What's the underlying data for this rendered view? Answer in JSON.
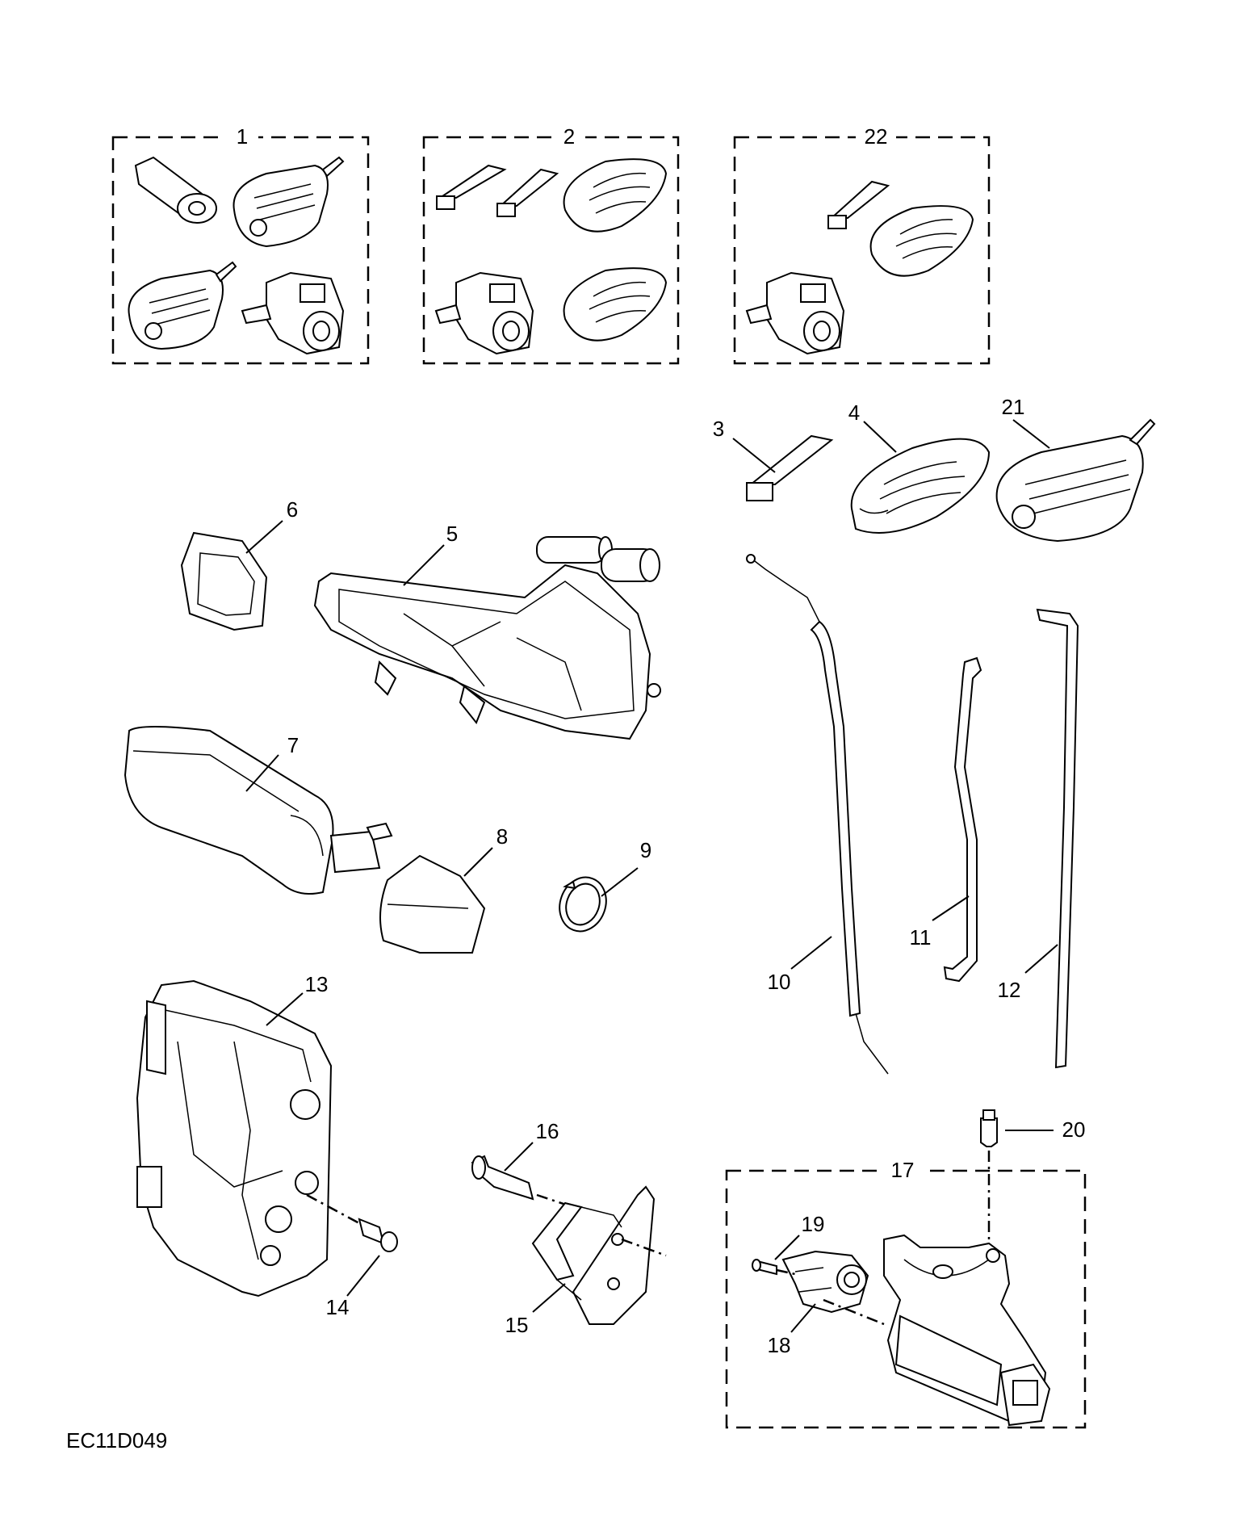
{
  "diagram": {
    "code": "EC11D049",
    "callouts": {
      "c1": "1",
      "c2": "2",
      "c3": "3",
      "c4": "4",
      "c5": "5",
      "c6": "6",
      "c7": "7",
      "c8": "8",
      "c9": "9",
      "c10": "10",
      "c11": "11",
      "c12": "12",
      "c13": "13",
      "c14": "14",
      "c15": "15",
      "c16": "16",
      "c17": "17",
      "c18": "18",
      "c19": "19",
      "c20": "20",
      "c21": "21",
      "c22": "22"
    }
  }
}
